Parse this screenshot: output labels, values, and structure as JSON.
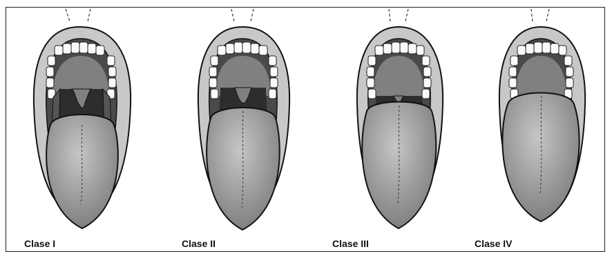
{
  "panels": [
    {
      "label": "Clase I",
      "mallampati_class": 1
    },
    {
      "label": "Clase II",
      "mallampati_class": 2
    },
    {
      "label": "Clase III",
      "mallampati_class": 3
    },
    {
      "label": "Clase IV",
      "mallampati_class": 4
    }
  ],
  "colors": {
    "lip": "#c8c8c8",
    "mouth_cavity": "#4a4a4a",
    "palate": "#808080",
    "pharynx": "#2d2d2d",
    "tongue_center": "#bdbdbd",
    "tongue_edge": "#7a7a7a",
    "outline": "#111111"
  }
}
